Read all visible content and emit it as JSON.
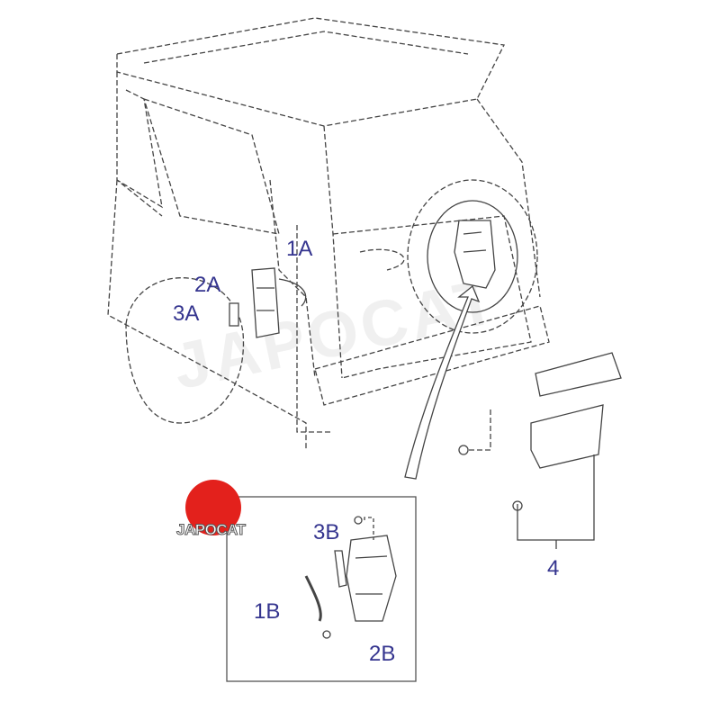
{
  "logo": {
    "text": "JAPOCAT",
    "color": "#e3211c"
  },
  "watermark": "JAPOCAT",
  "callouts": [
    {
      "id": "1A",
      "label": "1A"
    },
    {
      "id": "2A",
      "label": "2A"
    },
    {
      "id": "3A",
      "label": "3A"
    },
    {
      "id": "3B",
      "label": "3B"
    },
    {
      "id": "1B",
      "label": "1B"
    },
    {
      "id": "2B",
      "label": "2B"
    },
    {
      "id": "4",
      "label": "4"
    }
  ],
  "label_color": "#35358f"
}
